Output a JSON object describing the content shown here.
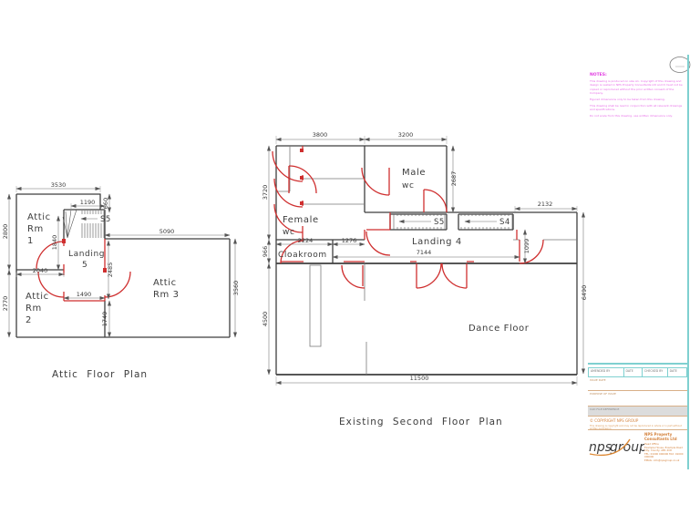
{
  "attic_plan": {
    "title": "Attic Floor Plan",
    "stair_label": "S5",
    "rooms": {
      "rm1": [
        "Attic",
        "Rm",
        "1"
      ],
      "rm2": [
        "Attic",
        "Rm",
        "2"
      ],
      "rm3": [
        "Attic",
        "Rm 3"
      ],
      "landing": [
        "Landing",
        "5"
      ]
    },
    "dims": {
      "rm1_w": "3530",
      "stair_w": "1190",
      "stair_h": "660",
      "rm1_h": "2800",
      "landing_door": "1840",
      "rm2_top": "2040",
      "rm2_h": "2770",
      "landing_w": "1490",
      "below_landing": "1740",
      "rm3_w": "5090",
      "landing_h": "2485",
      "rm3_h": "3560"
    }
  },
  "second_floor_plan": {
    "title": "Existing Second Floor Plan",
    "stair5_label": "S5",
    "stair4_label": "S4",
    "rooms": {
      "female": [
        "Female",
        "wc"
      ],
      "male": [
        "Male",
        "wc"
      ],
      "cloakroom": "Cloakroom",
      "landing": "Landing  4",
      "dance": "Dance  Floor"
    },
    "dims": {
      "female_w": "3800",
      "male_w": "3200",
      "male_h": "2687",
      "female_h": "3720",
      "cloak_h": "966",
      "dance_h": "4500",
      "cloak_w": "2224",
      "lobby_w": "1276",
      "landing_w": "7144",
      "ext_w": "2132",
      "ext_h": "1099",
      "right_h": "6490",
      "total_w": "11500"
    }
  },
  "notes": {
    "heading": "NOTES:",
    "lines": [
      "This drawing is produced on size A1. Copyright of this drawing and design is vested in NPS Property Consultants Ltd and it must not be copied or reproduced without the prior written consent of the Company.",
      "Figured dimensions only to be taken from this drawing.",
      "This drawing shall be read in conjunction with all relevant drawings and specifications.",
      "Do not scale from this drawing, use written dimensions only."
    ]
  },
  "title_block": {
    "header": [
      "AMENDED BY",
      "DATE",
      "CHECKED BY",
      "DATE"
    ],
    "rows": {
      "row1_label": "ISSUE DATE",
      "row2_label": "PURPOSE OF ISSUE",
      "row3_label": "CAD FILE REFERENCE"
    },
    "copyright": "© COPYRIGHT NPS GROUP",
    "copyright_sub": "This drawing is copyright and may not be reproduced in whole or in part without written permission.",
    "logo": {
      "nps": "nps",
      "group": "group"
    },
    "company": "NPS Property Consultants Ltd",
    "address": [
      "Head Office",
      "Example House, Example Road",
      "City, County, AB1 2CD",
      "TEL: 01000 000000 FAX: 01000 000000",
      "EMAIL: info@npsgroup.co.uk"
    ]
  }
}
